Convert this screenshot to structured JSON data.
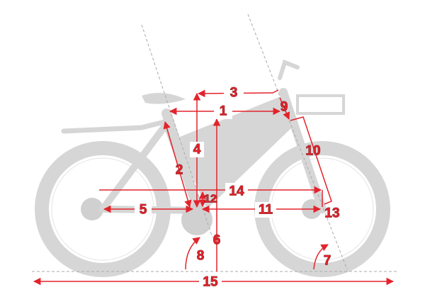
{
  "diagram": {
    "subject": "bike",
    "accent_color": "#e3232c",
    "bike_color": "#d6d6d6",
    "dimension_labels": [
      "1",
      "2",
      "3",
      "4",
      "5",
      "6",
      "7",
      "8",
      "9",
      "10",
      "11",
      "12",
      "13",
      "14",
      "15"
    ]
  }
}
